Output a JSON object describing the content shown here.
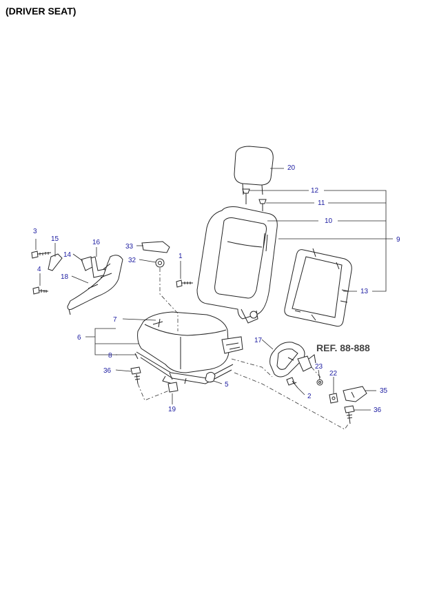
{
  "title": "(DRIVER SEAT)",
  "reference": "REF. 88-888",
  "colors": {
    "callout": "#1a1aa0",
    "lines": "#222222",
    "reference": "#444444"
  },
  "callouts": {
    "c20": "20",
    "c12": "12",
    "c11": "11",
    "c10": "10",
    "c9": "9",
    "c13": "13",
    "c3": "3",
    "c15": "15",
    "c16": "16",
    "c14": "14",
    "c4": "4",
    "c18": "18",
    "c33": "33",
    "c32": "32",
    "c1": "1",
    "c7": "7",
    "c6": "6",
    "c8": "8",
    "c17": "17",
    "c36a": "36",
    "c19": "19",
    "c5": "5",
    "c2": "2",
    "c23": "23",
    "c22": "22",
    "c35": "35",
    "c36b": "36"
  }
}
